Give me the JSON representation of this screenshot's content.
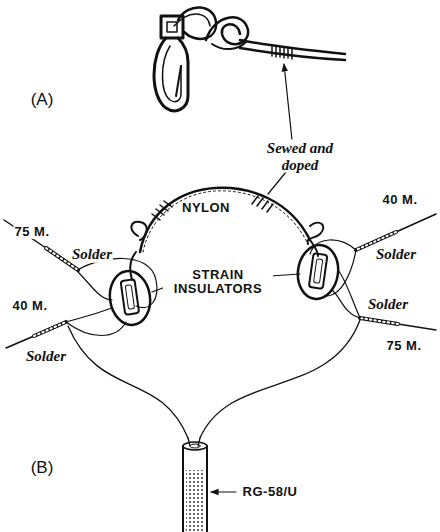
{
  "diagram": {
    "labels": [
      "(A)",
      "Sewed and doped",
      "NYLON",
      "75 M.",
      "40 M.",
      "Solder",
      "Solder",
      "STRAIN INSULATORS",
      "40 M.",
      "Solder",
      "Solder",
      "75 M.",
      "(B)",
      "RG-58/U"
    ]
  }
}
